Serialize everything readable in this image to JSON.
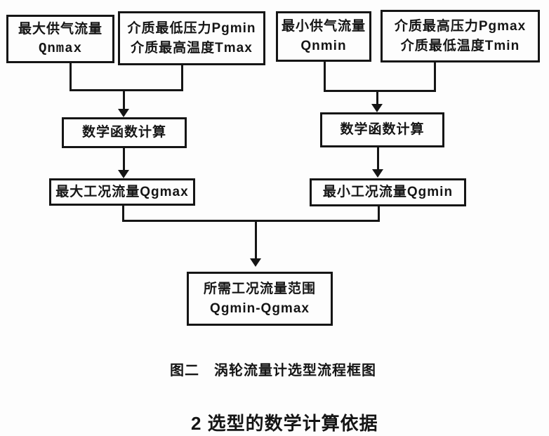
{
  "figure": {
    "boxes": {
      "qnmax": {
        "line1": "最大供气流量",
        "line2": "Qnmax"
      },
      "pgmin_tmax": {
        "line1": "介质最低压力Pgmin",
        "line2": "介质最高温度Tmax"
      },
      "qnmin": {
        "line1": "最小供气流量",
        "line2": "Qnmin"
      },
      "pgmax_tmin": {
        "line1": "介质最高压力Pgmax",
        "line2": "介质最低温度Tmin"
      },
      "calc_left": "数学函数计算",
      "calc_right": "数学函数计算",
      "qgmax": "最大工况流量Qgmax",
      "qgmin": "最小工况流量Qgmin",
      "result": {
        "line1": "所需工况流量范围",
        "line2": "Qgmin-Qgmax"
      }
    },
    "caption": "图二　涡轮流量计选型流程框图"
  },
  "section": {
    "heading": "2 选型的数学计算依据"
  },
  "colors": {
    "ink": "#151515",
    "paper": "#fdfdfd"
  }
}
